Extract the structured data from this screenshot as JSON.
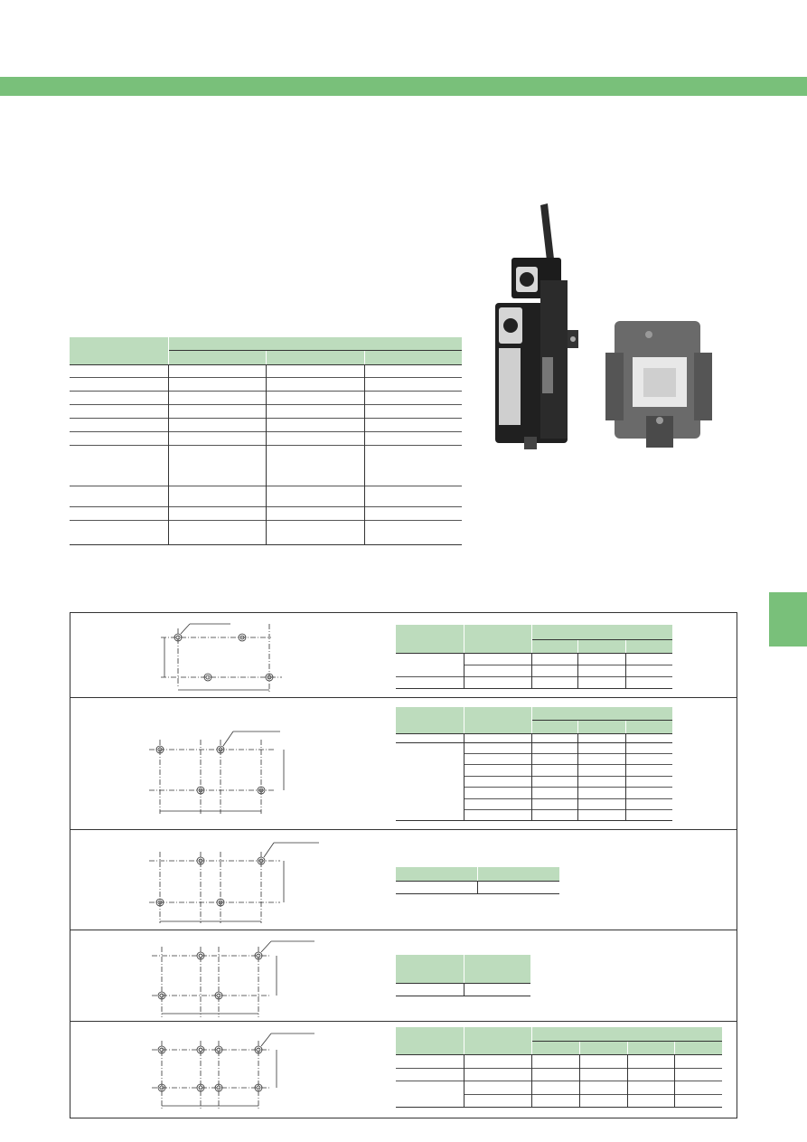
{
  "colors": {
    "accent": "#79c07a",
    "table_header": "#bddcbd",
    "text": "#333333"
  },
  "figures": {
    "product_photo": "product-photo"
  },
  "drawings": [
    {
      "name": "mounting-drawing-1"
    },
    {
      "name": "mounting-drawing-2"
    },
    {
      "name": "mounting-drawing-3"
    },
    {
      "name": "mounting-drawing-4"
    },
    {
      "name": "mounting-drawing-5"
    }
  ]
}
